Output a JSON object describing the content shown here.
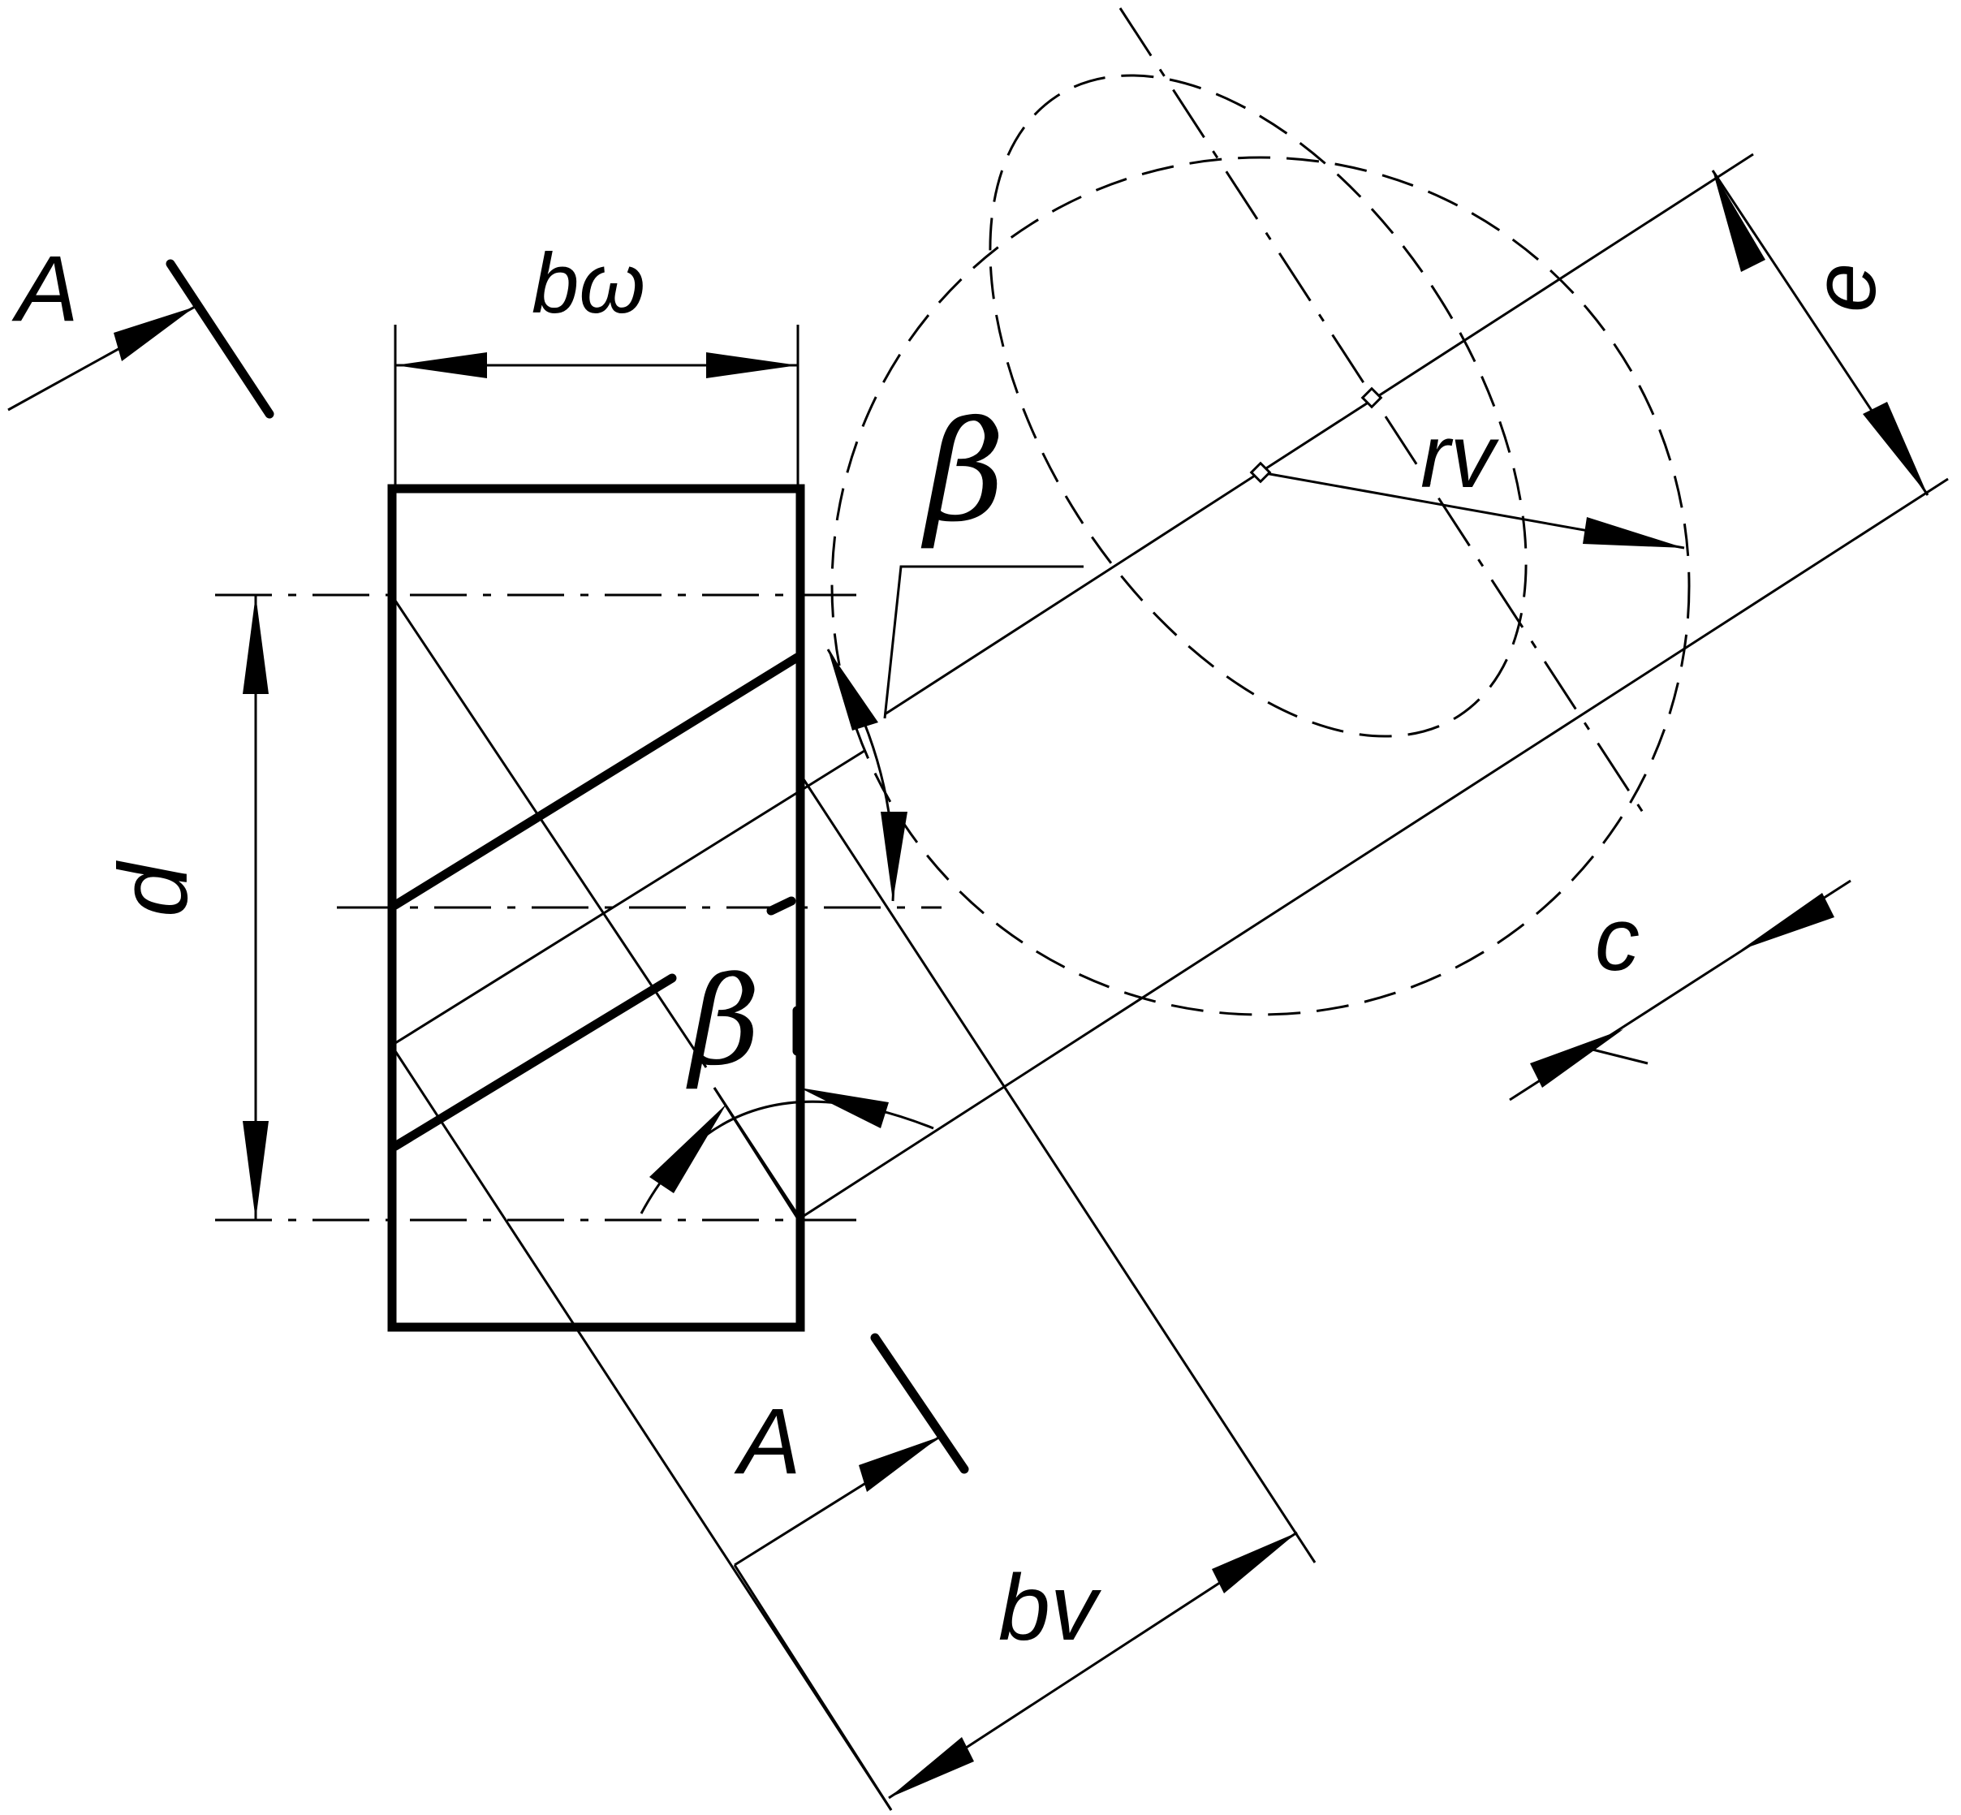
{
  "labels": {
    "width_label": "bω",
    "diameter_label": "d",
    "helix_angle_label_top": "β",
    "helix_angle_label_bottom": "β",
    "section_label_top": "A",
    "section_label_bottom": "A",
    "virtual_radius_label": "rv",
    "virtual_width_label": "bv",
    "dimension_e_label": "e",
    "dimension_c_label": "c"
  }
}
